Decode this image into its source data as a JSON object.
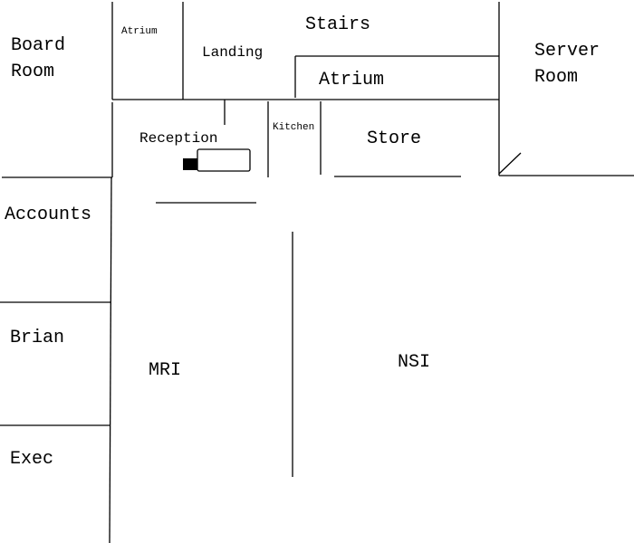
{
  "diagram": {
    "type": "floor-plan",
    "colors": {
      "wall": "#000000",
      "background": "#ffffff",
      "desk_marker": "#000000"
    },
    "rooms": [
      {
        "id": "board-room",
        "lines": [
          "Board",
          "Room"
        ]
      },
      {
        "id": "atrium-small",
        "lines": [
          "Atrium"
        ]
      },
      {
        "id": "landing",
        "lines": [
          "Landing"
        ]
      },
      {
        "id": "stairs",
        "lines": [
          "Stairs"
        ]
      },
      {
        "id": "atrium-large",
        "lines": [
          "Atrium"
        ]
      },
      {
        "id": "server-room",
        "lines": [
          "Server",
          "Room"
        ]
      },
      {
        "id": "reception",
        "lines": [
          "Reception"
        ]
      },
      {
        "id": "kitchen",
        "lines": [
          "Kitchen"
        ]
      },
      {
        "id": "store",
        "lines": [
          "Store"
        ]
      },
      {
        "id": "accounts",
        "lines": [
          "Accounts"
        ]
      },
      {
        "id": "brian",
        "lines": [
          "Brian"
        ]
      },
      {
        "id": "mri",
        "lines": [
          "MRI"
        ]
      },
      {
        "id": "nsi",
        "lines": [
          "NSI"
        ]
      },
      {
        "id": "exec",
        "lines": [
          "Exec"
        ]
      }
    ]
  }
}
